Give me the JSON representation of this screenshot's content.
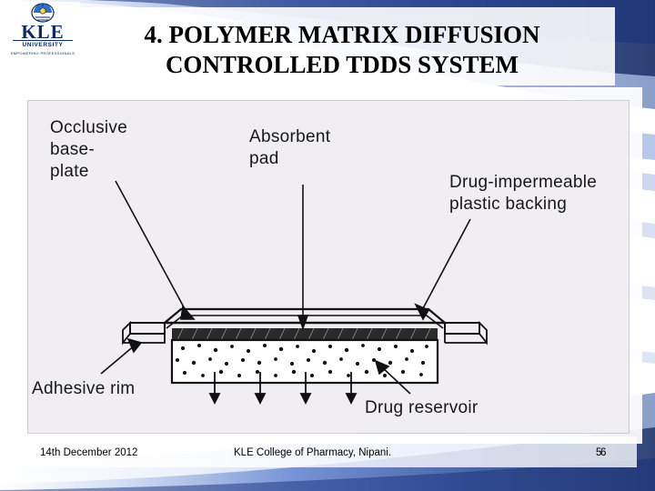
{
  "slide": {
    "title": "4. POLYMER MATRIX DIFFUSION\nCONTROLLED TDDS SYSTEM",
    "title_line1": "4. POLYMER MATRIX DIFFUSION",
    "title_line2": "CONTROLLED TDDS SYSTEM"
  },
  "logo": {
    "name": "KLE",
    "subtitle": "UNIVERSITY",
    "tagline": "EMPOWERING PROFESSIONALS",
    "emblem": "kle-emblem-icon"
  },
  "figure": {
    "name": "polymer-matrix-diffusion-tdds-diagram",
    "labels": {
      "occlusive_base_plate": "Occlusive\nbase-\nplate",
      "absorbent_pad": "Absorbent\npad",
      "drug_impermeable_plastic_backing": "Drug-impermeable\nplastic backing",
      "adhesive_rim": "Adhesive rim",
      "drug_reservoir": "Drug reservoir"
    }
  },
  "footer": {
    "date": "14th December 2012",
    "center": "KLE College of Pharmacy, Nipani.",
    "page_number": "56",
    "page_number_a": "5",
    "page_number_b": "6"
  },
  "colors": {
    "title_text": "#000000",
    "logo_blue": "#0b2a63",
    "figure_bg": "#f0eef3",
    "swoosh_blue": "#2a4fa6",
    "slide_bg": "#ffffff"
  }
}
